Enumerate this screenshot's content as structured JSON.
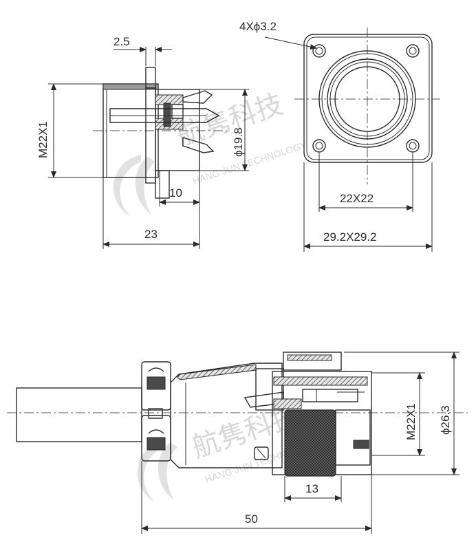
{
  "top_left_view": {
    "dim_flange_thickness": "2.5",
    "dim_thread": "M22X1",
    "dim_diameter": "ϕ19.8",
    "dim_pin_length": "10",
    "dim_total_length": "23"
  },
  "top_right_view": {
    "dim_mount_holes": "4Xϕ3.2",
    "dim_hole_spacing": "22X22",
    "dim_flange_size": "29.2X29.2"
  },
  "bottom_view": {
    "dim_thread": "M22X1",
    "dim_diameter": "ϕ26.3",
    "dim_nut_length": "13",
    "dim_total_length": "50"
  },
  "watermark": {
    "cn_text": "航隽科技",
    "en_text": "HANG JUN TECHNOLOGY"
  }
}
